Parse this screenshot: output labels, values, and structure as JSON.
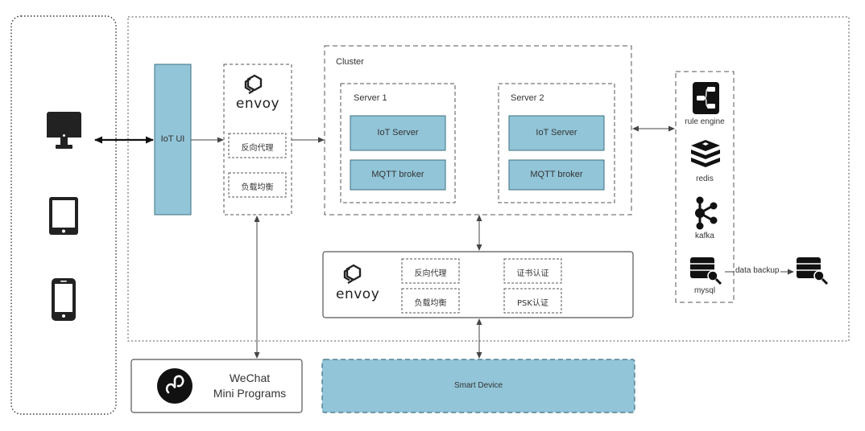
{
  "clients": {
    "devices": [
      "desktop-monitor",
      "tablet",
      "smartphone"
    ]
  },
  "iot_ui": "IoT UI",
  "gateway_top": {
    "logo_text": "envoy",
    "reverse_proxy": "反向代理",
    "load_balance": "负载均衡"
  },
  "cluster": {
    "title": "Cluster",
    "servers": [
      {
        "name": "Server 1",
        "iot_server": "IoT Server",
        "mqtt": "MQTT broker"
      },
      {
        "name": "Server 2",
        "iot_server": "IoT Server",
        "mqtt": "MQTT broker"
      }
    ]
  },
  "gateway_bottom": {
    "logo_text": "envoy",
    "reverse_proxy": "反向代理",
    "load_balance": "负载均衡",
    "cert_auth": "证书认证",
    "psk_auth": "PSK认证"
  },
  "services": {
    "rule_engine": "rule engine",
    "redis": "redis",
    "kafka": "kafka",
    "mysql": "mysql"
  },
  "backup": {
    "label": "data backup"
  },
  "wechat": {
    "line1": "WeChat",
    "line2": "Mini Programs"
  },
  "smart_device": "Smart Device",
  "colors": {
    "box_fill": "#92c5d8",
    "box_stroke": "#3d6f80",
    "line": "#444444"
  }
}
